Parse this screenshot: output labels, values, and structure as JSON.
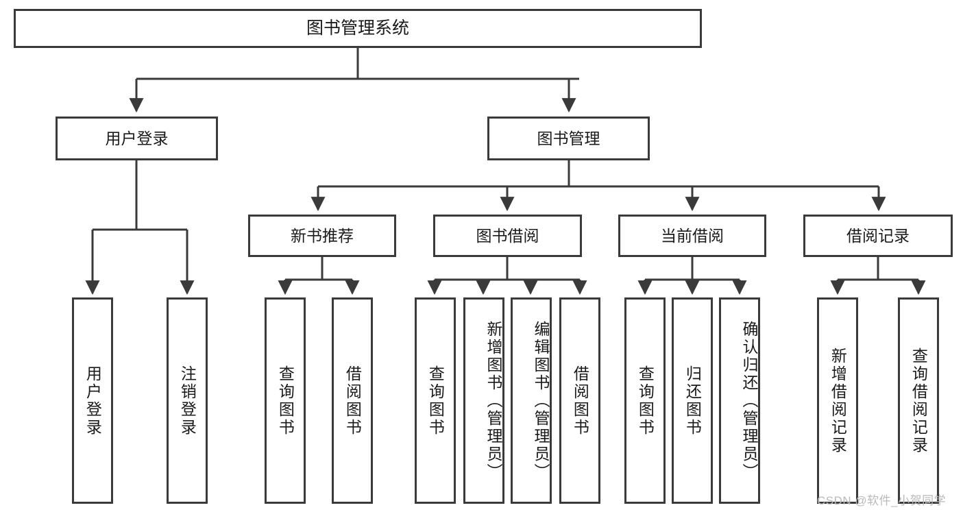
{
  "diagram": {
    "title": "图书管理系统",
    "type": "tree-hierarchy-functional-structure",
    "root": {
      "label": "图书管理系统"
    },
    "level2": [
      {
        "label": "用户登录"
      },
      {
        "label": "图书管理"
      }
    ],
    "level3": [
      {
        "label": "新书推荐"
      },
      {
        "label": "图书借阅"
      },
      {
        "label": "当前借阅"
      },
      {
        "label": "借阅记录"
      }
    ],
    "leaves": {
      "user_login": [
        {
          "label": "用户登录"
        },
        {
          "label": "注销登录"
        }
      ],
      "new_book_recommend": [
        {
          "label": "查询图书"
        },
        {
          "label": "借阅图书"
        }
      ],
      "book_borrow": [
        {
          "label": "查询图书"
        },
        {
          "label": "新增图书（管理员）"
        },
        {
          "label": "编辑图书（管理员）"
        },
        {
          "label": "借阅图书"
        }
      ],
      "current_borrow": [
        {
          "label": "查询图书"
        },
        {
          "label": "归还图书"
        },
        {
          "label": "确认归还（管理员）"
        }
      ],
      "borrow_record": [
        {
          "label": "新增借阅记录"
        },
        {
          "label": "查询借阅记录"
        }
      ]
    },
    "watermark": "CSDN @软件_小贺同学",
    "colors": {
      "stroke": "#3a3a3a",
      "fill": "#ffffff",
      "text": "#1a1a1a",
      "watermark": "#b9b9b9"
    }
  }
}
